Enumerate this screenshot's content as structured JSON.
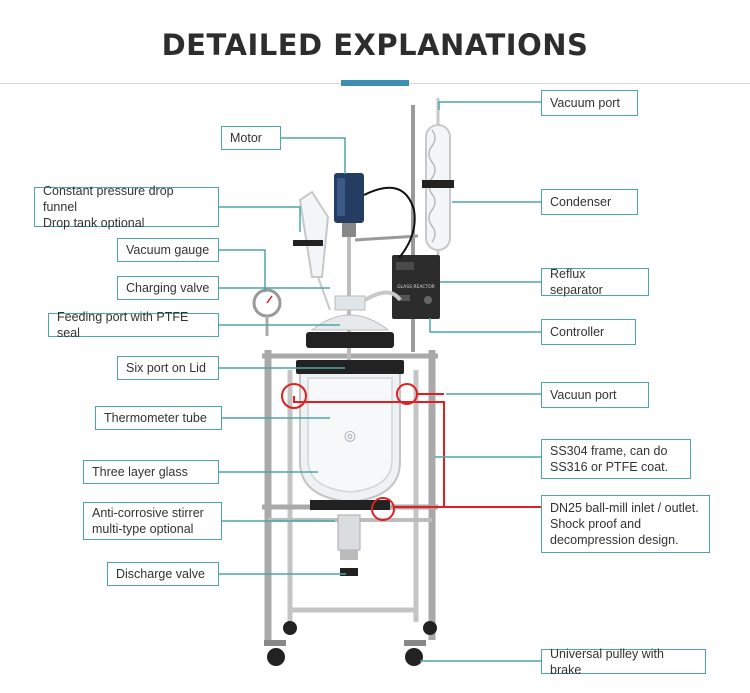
{
  "title": "DETAILED EXPLANATIONS",
  "colors": {
    "label_border": "#4da6a6",
    "accent": "#3c8fb0",
    "leader": "#4da6a6",
    "highlight": "#e02020"
  },
  "labels_left": [
    "Motor",
    "Constant pressure drop funnel\nDrop tank optional",
    "Vacuum gauge",
    "Charging valve",
    "Feeding port with PTFE seal",
    "Six port on Lid",
    "Thermometer tube",
    "Three layer glass",
    "Anti-corrosive stirrer\nmulti-type optional",
    "Discharge valve"
  ],
  "labels_right": [
    "Vacuum port",
    "Condenser",
    "Reflux separator",
    "Controller",
    "Vacuun port",
    "SS304 frame, can do\nSS316 or PTFE coat.",
    "DN25 ball-mill inlet / outlet.\nShock proof and\ndecompression design.",
    "Universal pulley with brake"
  ],
  "controller_panel": {
    "brand": "GLASS REACTOR"
  }
}
